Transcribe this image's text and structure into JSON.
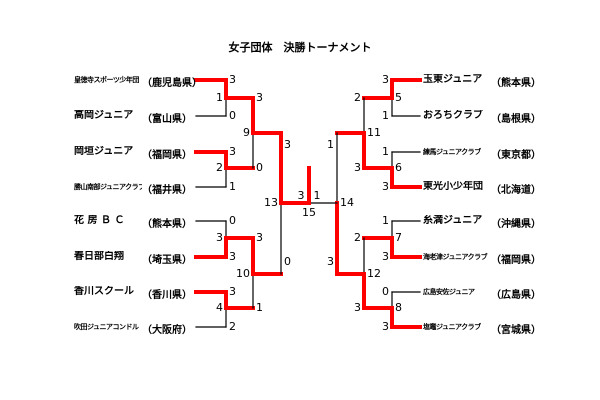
{
  "title": "女子団体　決勝トーナメント",
  "colors": {
    "winner": "#ff0000",
    "line": "#000000"
  },
  "left": {
    "teams": [
      {
        "name": "皇徳寺スポーツ少年団",
        "pref": "（鹿児島県）"
      },
      {
        "name": "高岡ジュニア",
        "pref": "（富山県）"
      },
      {
        "name": "岡垣ジュニア",
        "pref": "（福岡県）"
      },
      {
        "name": "勝山南部ジュニアクラブ",
        "pref": "（福井県）"
      },
      {
        "name": "花 房 Ｂ Ｃ",
        "pref": "（熊本県）"
      },
      {
        "name": "春日部白翔",
        "pref": "（埼玉県）"
      },
      {
        "name": "香川スクール",
        "pref": "（香川県）"
      },
      {
        "name": "吹田ジュニアコンドル",
        "pref": "（大阪府）"
      }
    ],
    "r1": [
      {
        "no": "1",
        "scores": [
          "3",
          "0"
        ],
        "winner": 0
      },
      {
        "no": "2",
        "scores": [
          "3",
          "1"
        ],
        "winner": 0
      },
      {
        "no": "3",
        "scores": [
          "0",
          "3"
        ],
        "winner": 1
      },
      {
        "no": "4",
        "scores": [
          "3",
          "2"
        ],
        "winner": 0
      }
    ],
    "r2": [
      {
        "no": "9",
        "scores": [
          "3",
          "0"
        ],
        "winner": 0
      },
      {
        "no": "10",
        "scores": [
          "3",
          "1"
        ],
        "winner": 0
      }
    ],
    "semi": {
      "no": "13",
      "scores": [
        "3",
        "0"
      ],
      "winner": 0
    }
  },
  "right": {
    "teams": [
      {
        "name": "玉東ジュニア",
        "pref": "（熊本県）"
      },
      {
        "name": "おろちクラブ",
        "pref": "（島根県）"
      },
      {
        "name": "練馬ジュニアクラブ",
        "pref": "（東京都）"
      },
      {
        "name": "東光小少年団",
        "pref": "（北海道）"
      },
      {
        "name": "糸満ジュニア",
        "pref": "（沖縄県）"
      },
      {
        "name": "海老津ジュニアクラブ",
        "pref": "（福岡県）"
      },
      {
        "name": "広島安佐ジュニア",
        "pref": "（広島県）"
      },
      {
        "name": "塩竈ジュニアクラブ",
        "pref": "（宮城県）"
      }
    ],
    "r1": [
      {
        "no": "5",
        "scores": [
          "3",
          "1"
        ],
        "winner": 0
      },
      {
        "no": "6",
        "scores": [
          "1",
          "3"
        ],
        "winner": 1
      },
      {
        "no": "7",
        "scores": [
          "1",
          "3"
        ],
        "winner": 1
      },
      {
        "no": "8",
        "scores": [
          "0",
          "3"
        ],
        "winner": 1
      }
    ],
    "r2": [
      {
        "no": "11",
        "scores": [
          "2",
          "3"
        ],
        "winner": 1
      },
      {
        "no": "12",
        "scores": [
          "2",
          "3"
        ],
        "winner": 1
      }
    ],
    "semi": {
      "no": "14",
      "scores": [
        "1",
        "3"
      ],
      "winner": 1
    }
  },
  "final": {
    "no": "15",
    "scores": [
      "3",
      "1"
    ],
    "winner": 0
  }
}
